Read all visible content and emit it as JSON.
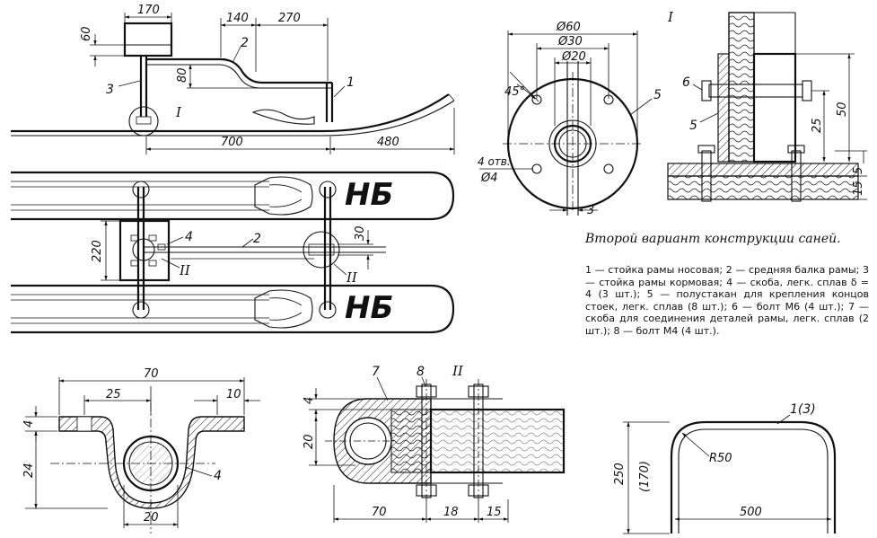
{
  "caption": {
    "title": "Второй вариант конструкции саней.",
    "legend": "1 — стойка рамы носовая; 2 — средняя балка рамы; 3 — стойка рамы кормовая; 4 — скоба, легк. сплав δ = 4 (3 шт.); 5 — полустакан для крепления концов стоек, легк. сплав (8 шт.); 6 — болт М6 (4 шт.); 7 — скоба для соединения деталей рамы, легк. сплав (2 шт.); 8 — болт М4 (4 шт.)."
  },
  "side_view": {
    "dims": [
      "170",
      "140",
      "270",
      "60",
      "80",
      "700",
      "480"
    ],
    "labels": [
      "1",
      "2",
      "3"
    ],
    "detail_mark": "I"
  },
  "plan_view": {
    "ski_marking": "НБ",
    "dims": [
      "220",
      "30"
    ],
    "labels": [
      "4",
      "2"
    ],
    "detail_marks": [
      "II",
      "II"
    ]
  },
  "detail_cup": {
    "dims": [
      "Ø60",
      "Ø30",
      "Ø20",
      "45°",
      "4 отв.",
      "Ø4",
      "3"
    ],
    "labels": [
      "5"
    ]
  },
  "detail_I": {
    "mark": "I",
    "dims": [
      "50",
      "25",
      "5",
      "15"
    ],
    "labels": [
      "6",
      "5"
    ]
  },
  "bracket_4": {
    "dims": [
      "70",
      "25",
      "10",
      "4",
      "24",
      "20"
    ],
    "labels": [
      "4"
    ]
  },
  "detail_II": {
    "mark": "II",
    "dims": [
      "4",
      "20",
      "70",
      "18",
      "15"
    ],
    "labels": [
      "7",
      "8"
    ]
  },
  "stand": {
    "label": "1(3)",
    "dims": [
      "R50",
      "250",
      "(170)",
      "500"
    ]
  }
}
